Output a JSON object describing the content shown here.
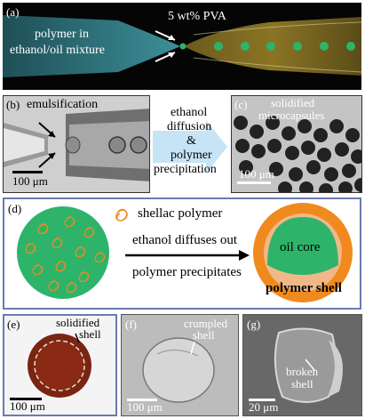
{
  "panel_a": {
    "label": "(a)",
    "inlet_text_line1": "polymer in",
    "inlet_text_line2": "ethanol/oil mixture",
    "outer_fluid": "5 wt% PVA"
  },
  "panel_b": {
    "label": "(b)",
    "title": "emulsification",
    "scale": "100 μm"
  },
  "process_arrow": {
    "line1": "ethanol",
    "line2": "diffusion",
    "line3": "&",
    "line4": "polymer",
    "line5": "precipitation"
  },
  "panel_c": {
    "label": "(c)",
    "title_line1": "solidified",
    "title_line2": "microcapsules",
    "scale": "100 μm"
  },
  "panel_d": {
    "label": "(d)",
    "legend": "shellac polymer",
    "arrow_top": "ethanol diffuses out",
    "arrow_bottom": "polymer precipitates",
    "core": "oil core",
    "shell": "polymer shell"
  },
  "panel_e": {
    "label": "(e)",
    "annotation_line1": "solidified",
    "annotation_line2": "shell",
    "scale": "100 μm"
  },
  "panel_f": {
    "label": "(f)",
    "annotation_line1": "crumpled",
    "annotation_line2": "shell",
    "scale": "100 μm"
  },
  "panel_g": {
    "label": "(g)",
    "annotation_line1": "broken",
    "annotation_line2": "shell",
    "scale": "20 μm"
  },
  "colors": {
    "droplet_green": "#2db46a",
    "shell_orange": "#f08a1e",
    "panel_border": "#6a7bb0",
    "arrow_blue": "#c6e4f5"
  }
}
